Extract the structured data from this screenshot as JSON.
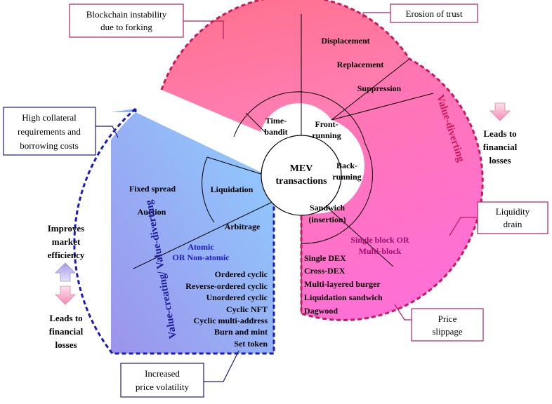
{
  "center": {
    "line1": "MEV",
    "line2": "transactions"
  },
  "inner": {
    "time_bandit": [
      "Time-",
      "bandit"
    ],
    "front_running": [
      "Front-",
      "running"
    ],
    "back_running": [
      "Back-",
      "running"
    ],
    "sandwich": [
      "Sandwich",
      "(insertion)"
    ],
    "liquidation": "Liquidation",
    "arbitrage": "Arbitrage"
  },
  "outer": {
    "front_items": [
      "Displacement",
      "Replacement",
      "Suppression"
    ],
    "liquidation_items": [
      "Fixed spread",
      "Auction"
    ],
    "arbitrage_type": [
      "Atomic",
      "OR Non-atomic"
    ],
    "arbitrage_items": [
      "Ordered cyclic",
      "Reverse-ordered cyclic",
      "Unordered cyclic",
      "Cyclic NFT",
      "Cyclic multi-address",
      "Burn and mint",
      "Set token"
    ],
    "sandwich_type": [
      "Single block OR",
      "Multi-block"
    ],
    "sandwich_items": [
      "Single DEX",
      "Cross-DEX",
      "Multi-layered burger",
      "Liquidation sandwich",
      "Dagwood"
    ]
  },
  "arc_labels": {
    "value_diverting": "Value-diverting",
    "value_creating": "Value-creating/ Value-diverting"
  },
  "callouts": {
    "blockchain": [
      "Blockchain instability",
      "due to forking"
    ],
    "erosion": [
      "Erosion  of trust"
    ],
    "collateral": [
      "High collateral",
      "requirements and",
      "borrowing costs"
    ],
    "liquidity": [
      "Liquidity",
      "drain"
    ],
    "slippage": [
      "Price",
      "slippage"
    ],
    "volatility": [
      "Increased",
      "price volatility"
    ]
  },
  "side": {
    "right_losses": [
      "Leads to",
      "financial",
      "losses"
    ],
    "left_efficiency": [
      "Improves",
      "market",
      "efficiency"
    ],
    "left_losses": [
      "Leads to",
      "financial",
      "losses"
    ]
  },
  "colors": {
    "red_border": "#c9195a",
    "blue_border": "#1a1ab8",
    "up_arrow": "#b7a7e8",
    "down_arrow": "#f5a0c0"
  }
}
